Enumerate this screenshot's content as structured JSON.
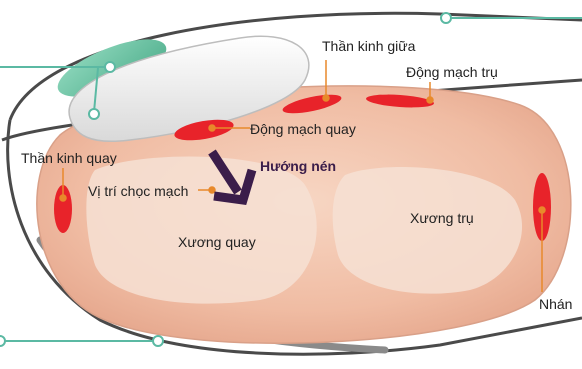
{
  "labels": {
    "median_nerve": "Thần kinh giữa",
    "ulnar_artery": "Động mạch trụ",
    "radial_artery": "Động mạch quay",
    "radial_nerve": "Thần kinh quay",
    "pressure_direction": "Hướng nén",
    "puncture_site": "Vị trí chọc mạch",
    "radius_bone": "Xương quay",
    "ulna_bone": "Xương trụ",
    "ulnar_nerve": "Nhán"
  },
  "colors": {
    "skin": "#f2c6ad",
    "bone": "#f6e0d4",
    "vessel": "#e8232a",
    "pad": "#ececec",
    "green_pad": "#6cc6a6",
    "teal_line": "#5bb9a3",
    "arrow": "#3b1d4a",
    "frame": "#4a4a4a"
  },
  "icons": {
    "pressure_arrow": "down-right-chevron-arrow"
  }
}
